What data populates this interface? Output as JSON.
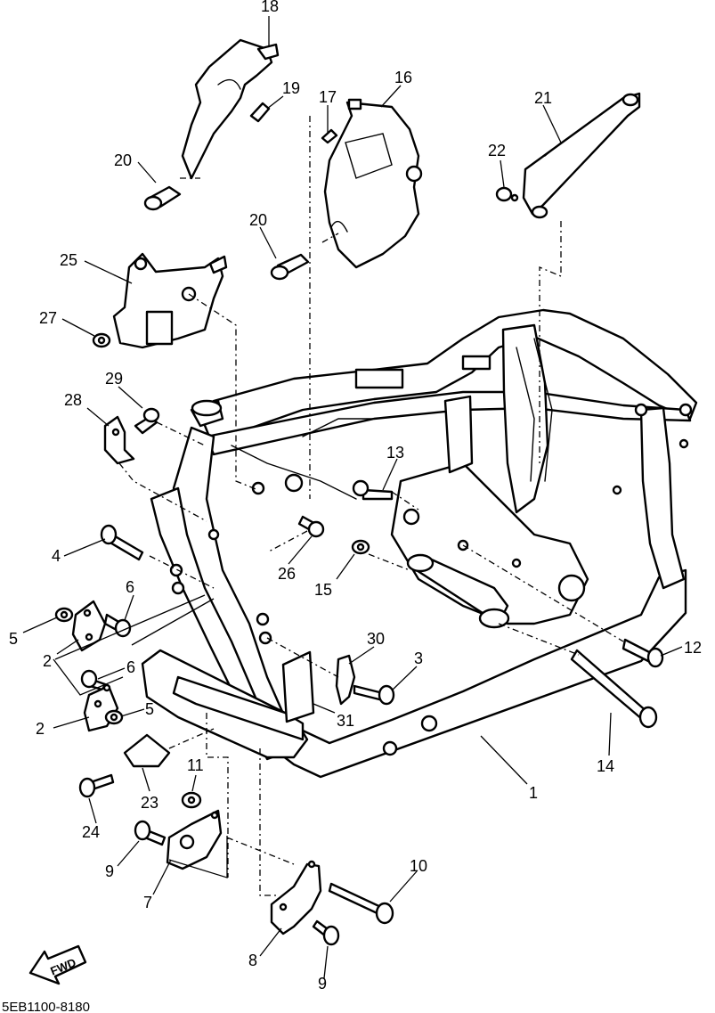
{
  "diagram": {
    "callouts": [
      "18",
      "19",
      "17",
      "16",
      "20",
      "21",
      "22",
      "20",
      "25",
      "27",
      "29",
      "28",
      "13",
      "4",
      "26",
      "6",
      "15",
      "5",
      "2",
      "30",
      "3",
      "12",
      "6",
      "2",
      "5",
      "31",
      "11",
      "14",
      "1",
      "23",
      "24",
      "9",
      "7",
      "10",
      "8",
      "9"
    ],
    "fwd_label": "FWD",
    "drawing_code": "5EB1100-8180"
  }
}
